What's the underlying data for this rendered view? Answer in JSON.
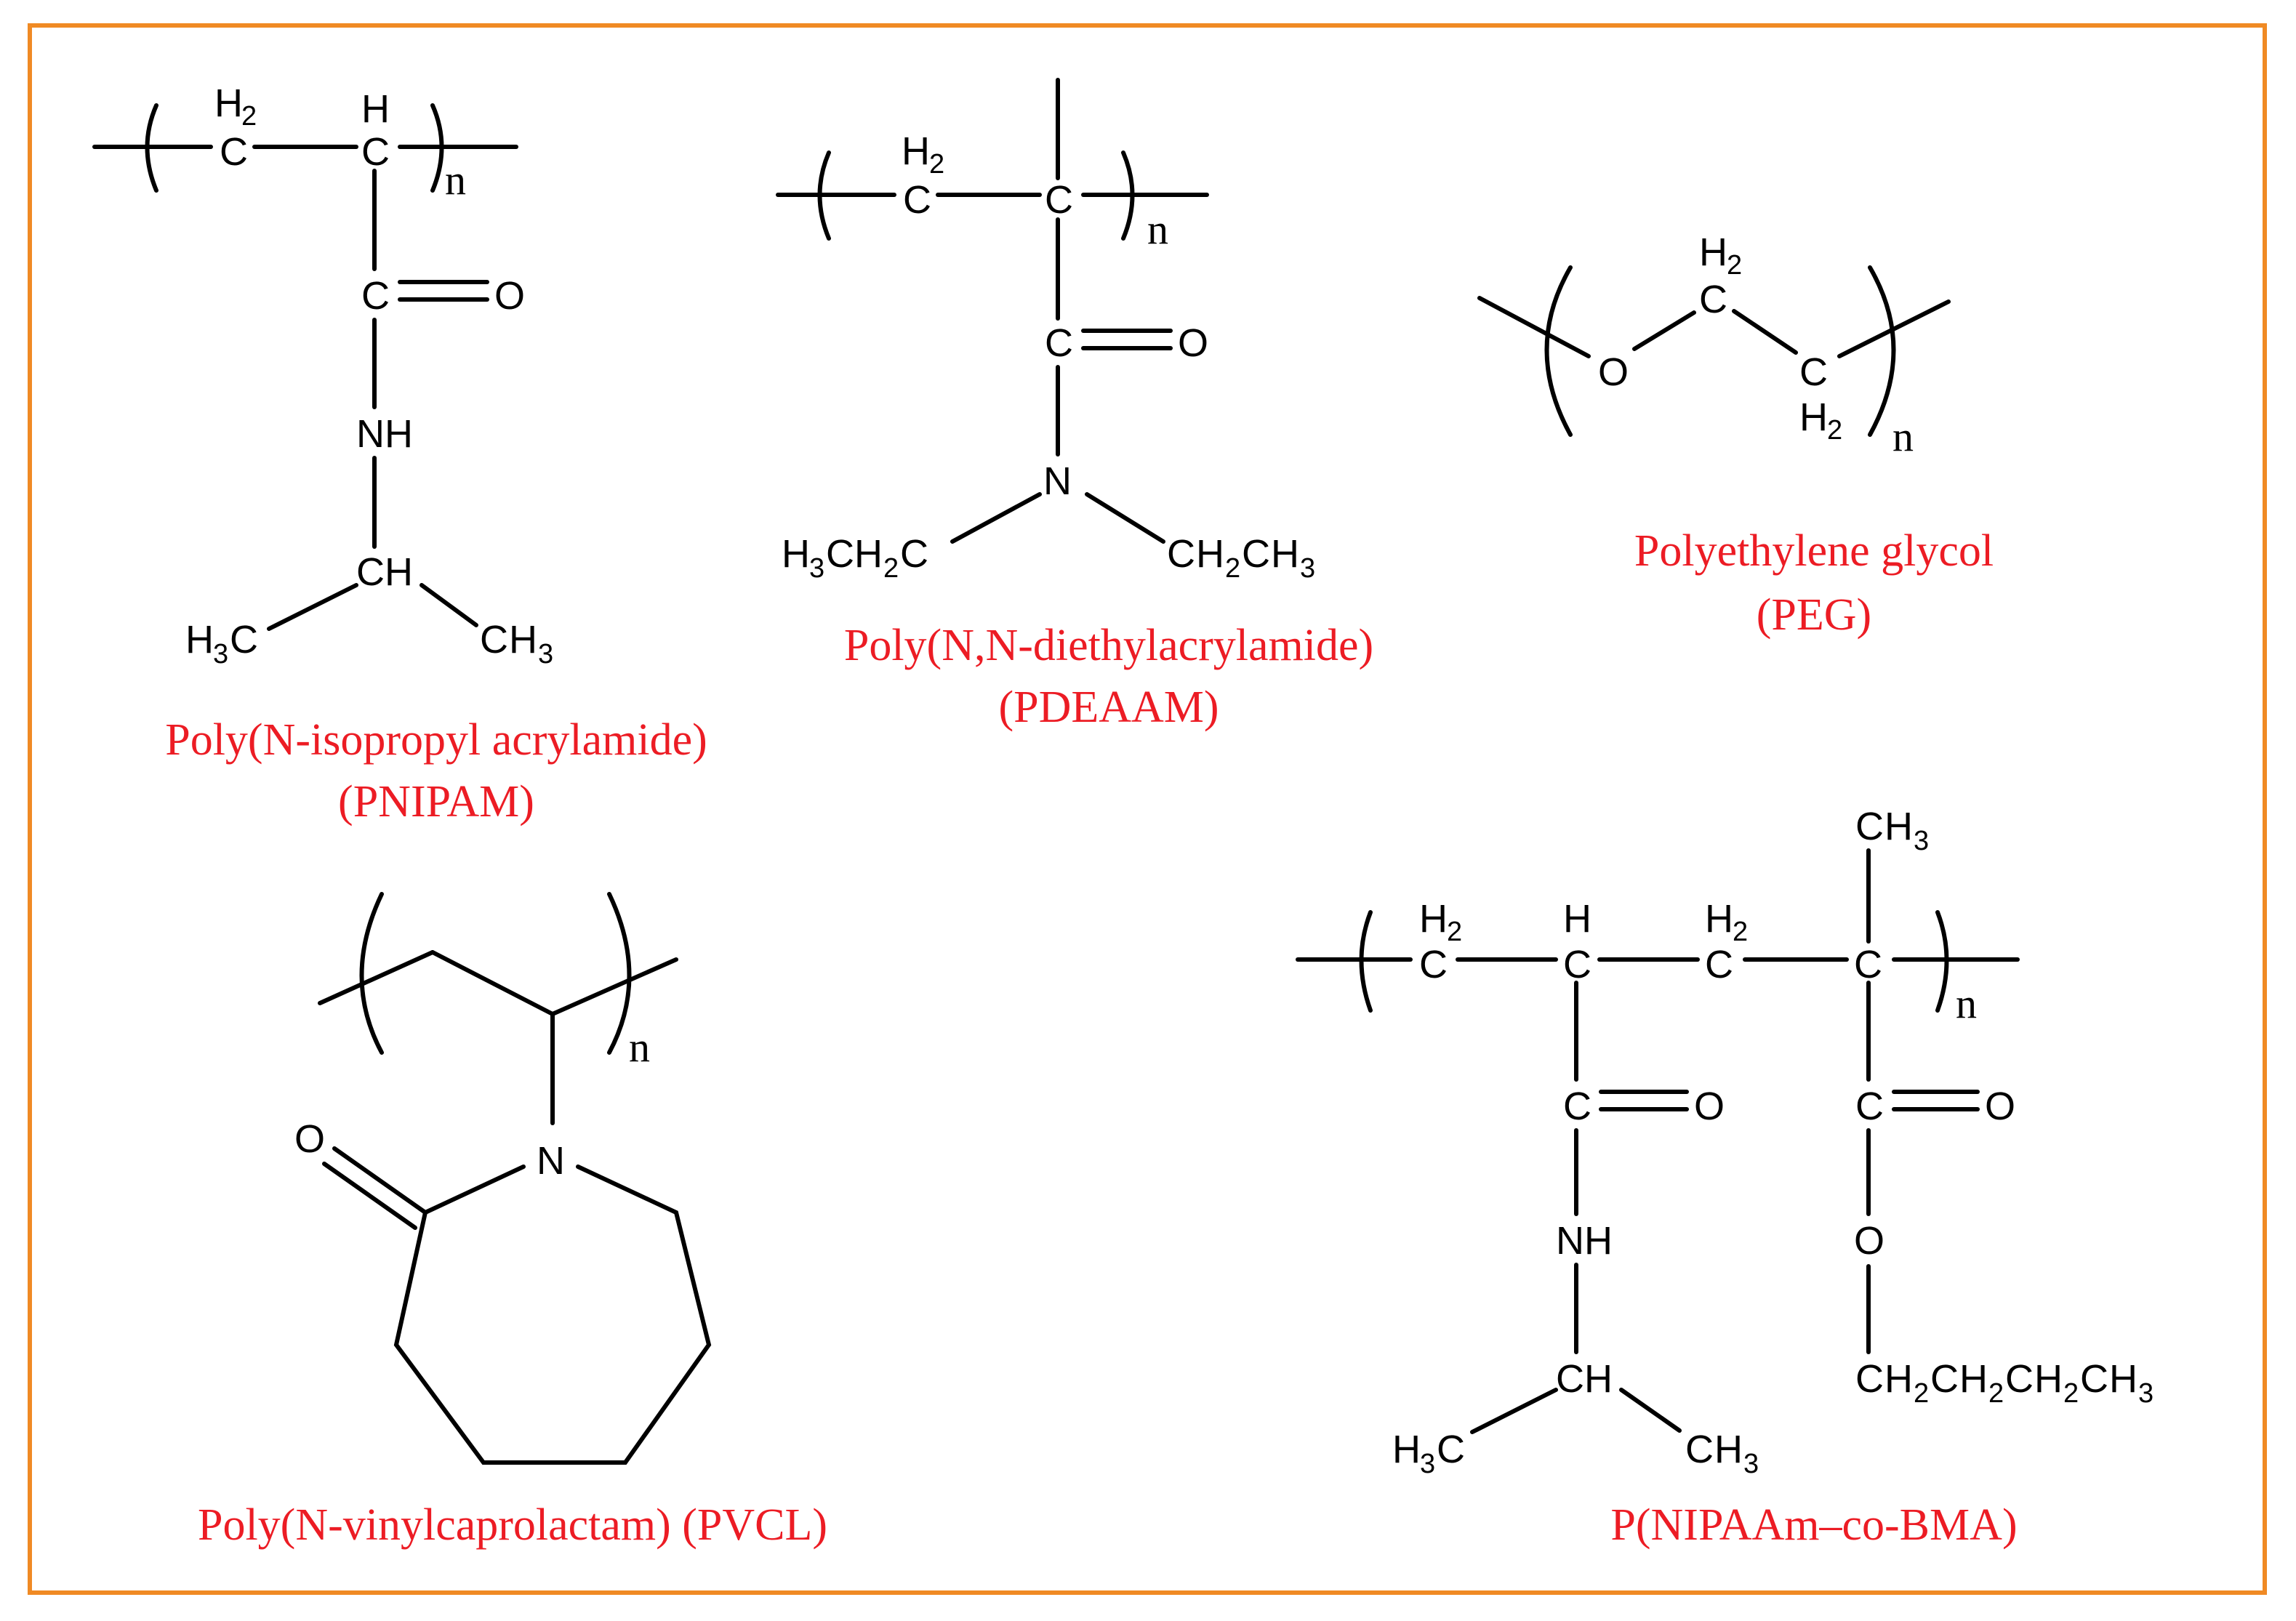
{
  "colors": {
    "border": "#f08a24",
    "caption": "#ec1c24",
    "bond": "#000000"
  },
  "labels": {
    "repeat": "n",
    "c": "C",
    "o": "O",
    "n_atom": "N",
    "nh": "NH",
    "ch": "CH",
    "h": "H",
    "h2": "2",
    "h3": "3"
  },
  "structures": {
    "pnipam": {
      "name": "Poly(N-isopropyl acrylamide)",
      "abbr": "(PNIPAM)"
    },
    "pdeaam": {
      "name": "Poly(N,N-diethylacrylamide)",
      "abbr": "(PDEAAM)"
    },
    "peg": {
      "name": "Polyethylene glycol",
      "abbr": "(PEG)"
    },
    "pvcl": {
      "name": "Poly(N-vinylcaprolactam) (PVCL)"
    },
    "pnipaam_co_bma": {
      "name": "P(NIPAAm–co-BMA)"
    }
  }
}
